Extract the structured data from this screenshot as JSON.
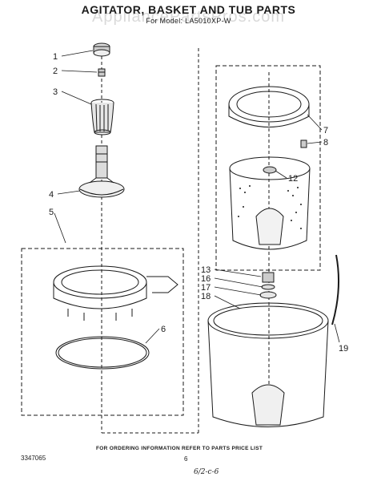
{
  "title": "AGITATOR, BASKET AND TUB PARTS",
  "subtitle": "For Model: LA5010XP-W",
  "watermark": "AppliancePartsPros.com",
  "footer_note": "FOR ORDERING INFORMATION REFER TO PARTS PRICE LIST",
  "document_number": "3347065",
  "page_number": "6",
  "handwritten_note": "6/2-c-6",
  "callouts": [
    "1",
    "2",
    "3",
    "4",
    "5",
    "6",
    "7",
    "8",
    "12",
    "13",
    "16",
    "17",
    "18",
    "19"
  ],
  "colors": {
    "ink": "#1a1a1a",
    "background": "#ffffff",
    "watermark": "#aaaaaa"
  }
}
